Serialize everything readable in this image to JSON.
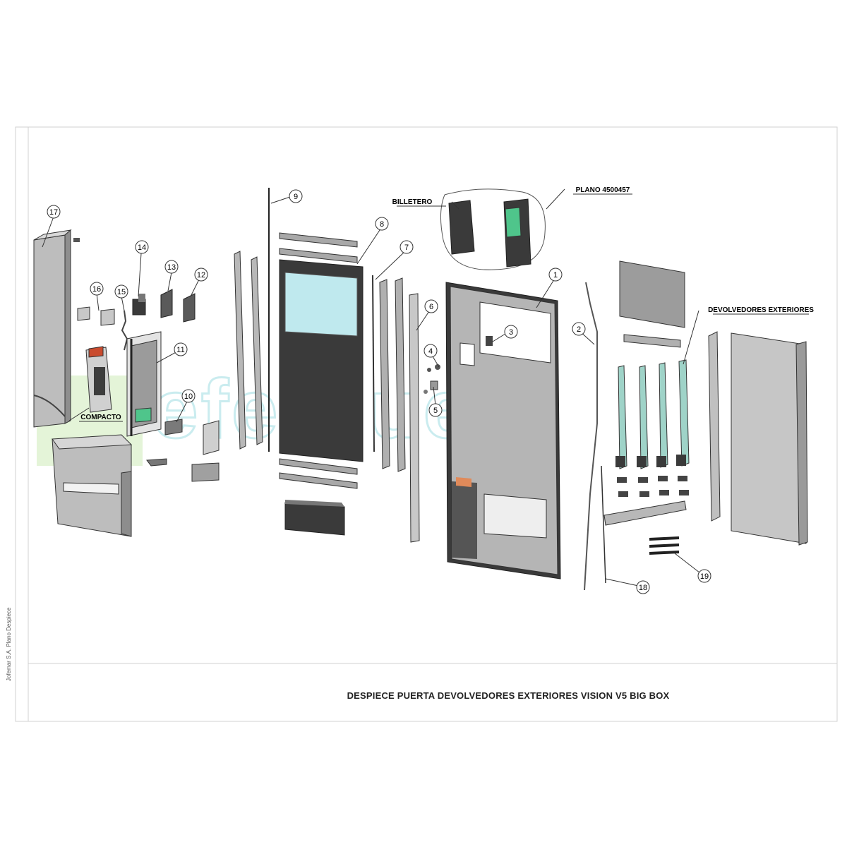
{
  "drawing": {
    "title": "DESPIECE PUERTA DEVOLVEDORES EXTERIORES VISION V5 BIG BOX",
    "side_note": "Jofemar S.A. Plano Despiece",
    "watermark": "eferguen"
  },
  "callouts": [
    {
      "id": "c1",
      "label": "1"
    },
    {
      "id": "c2",
      "label": "2"
    },
    {
      "id": "c3",
      "label": "3"
    },
    {
      "id": "c4",
      "label": "4"
    },
    {
      "id": "c5",
      "label": "5"
    },
    {
      "id": "c6",
      "label": "6"
    },
    {
      "id": "c7",
      "label": "7"
    },
    {
      "id": "c8",
      "label": "8"
    },
    {
      "id": "c9",
      "label": "9"
    },
    {
      "id": "c10",
      "label": "10"
    },
    {
      "id": "c11",
      "label": "11"
    },
    {
      "id": "c12",
      "label": "12"
    },
    {
      "id": "c13",
      "label": "13"
    },
    {
      "id": "c14",
      "label": "14"
    },
    {
      "id": "c15",
      "label": "15"
    },
    {
      "id": "c16",
      "label": "16"
    },
    {
      "id": "c17",
      "label": "17"
    },
    {
      "id": "c18",
      "label": "18"
    },
    {
      "id": "c19",
      "label": "19"
    }
  ],
  "text_labels": {
    "billetero": "BILLETERO",
    "plano": "PLANO 4500457",
    "devolvedores": "DEVOLVEDORES EXTERIORES",
    "compacto": "COMPACTO"
  },
  "colors": {
    "line": "#333333",
    "panel_dark": "#3a3a3a",
    "panel_grey": "#b5b5b5",
    "glass": "#bfe9ee",
    "accent_green": "#4fc58b",
    "watermark": "#b9e6ea"
  }
}
